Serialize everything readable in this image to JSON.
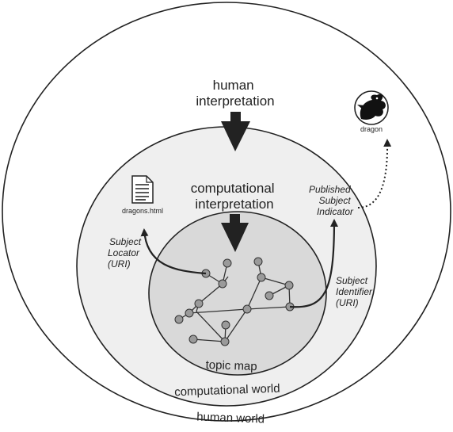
{
  "labels": {
    "human_interpretation": [
      "human",
      "interpretation"
    ],
    "computational_interpretation": [
      "computational",
      "interpretation"
    ],
    "topic_map": "topic map",
    "computational_world": "computational world",
    "human_world": "human world",
    "subject_locator": [
      "Subject",
      "Locator",
      "(URI)"
    ],
    "subject_identifier": [
      "Subject",
      "Identifier",
      "(URI)"
    ],
    "published_subject_indicator": [
      "Published",
      "Subject",
      "Indicator"
    ],
    "document_file": "dragons.html",
    "dragon": "dragon"
  },
  "icons": {
    "document": "document-icon",
    "dragon": "dragon-icon"
  },
  "colors": {
    "outer_world_fill": "#ffffff",
    "computational_world_fill": "#efefef",
    "topic_map_fill": "#d9d9d9",
    "node_fill": "#9a9a9a",
    "stroke": "#222222"
  }
}
